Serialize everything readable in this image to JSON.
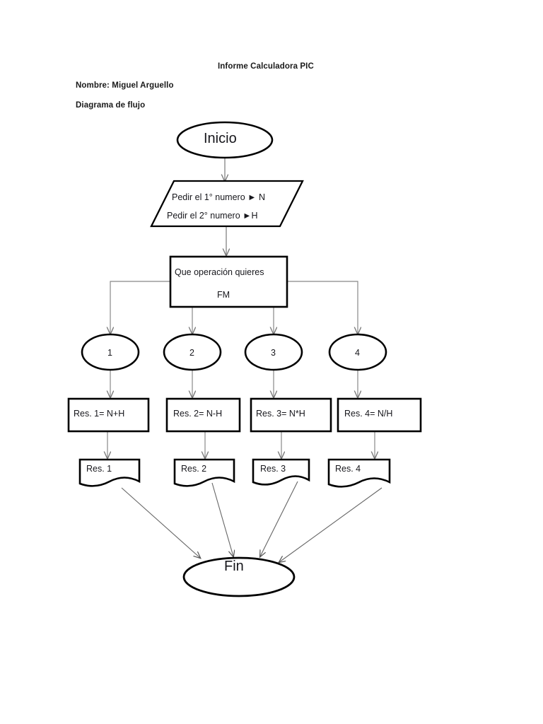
{
  "document": {
    "title": "Informe Calculadora PIC",
    "author_line": "Nombre: Miguel Arguello",
    "section_label": "Diagrama de flujo"
  },
  "diagram": {
    "type": "flowchart",
    "start_node": "Inicio",
    "end_node": "Fin",
    "input_node": {
      "line1": "Pedir el 1° numero ► N",
      "line2": "Pedir el 2° numero ►H"
    },
    "decision_node": {
      "line1": "Que operación quieres",
      "line2": "FM"
    },
    "branches": [
      {
        "option": "1",
        "operation": "Res. 1= N+H",
        "output": "Res. 1"
      },
      {
        "option": "2",
        "operation": "Res. 2= N-H",
        "output": "Res. 2"
      },
      {
        "option": "3",
        "operation": "Res. 3= N*H",
        "output": "Res. 3"
      },
      {
        "option": "4",
        "operation": "Res. 4= N/H",
        "output": "Res. 4"
      }
    ]
  },
  "colors": {
    "stroke_heavy": "#000000",
    "stroke_light": "#808080",
    "text": "#17171c",
    "background": "#ffffff"
  }
}
